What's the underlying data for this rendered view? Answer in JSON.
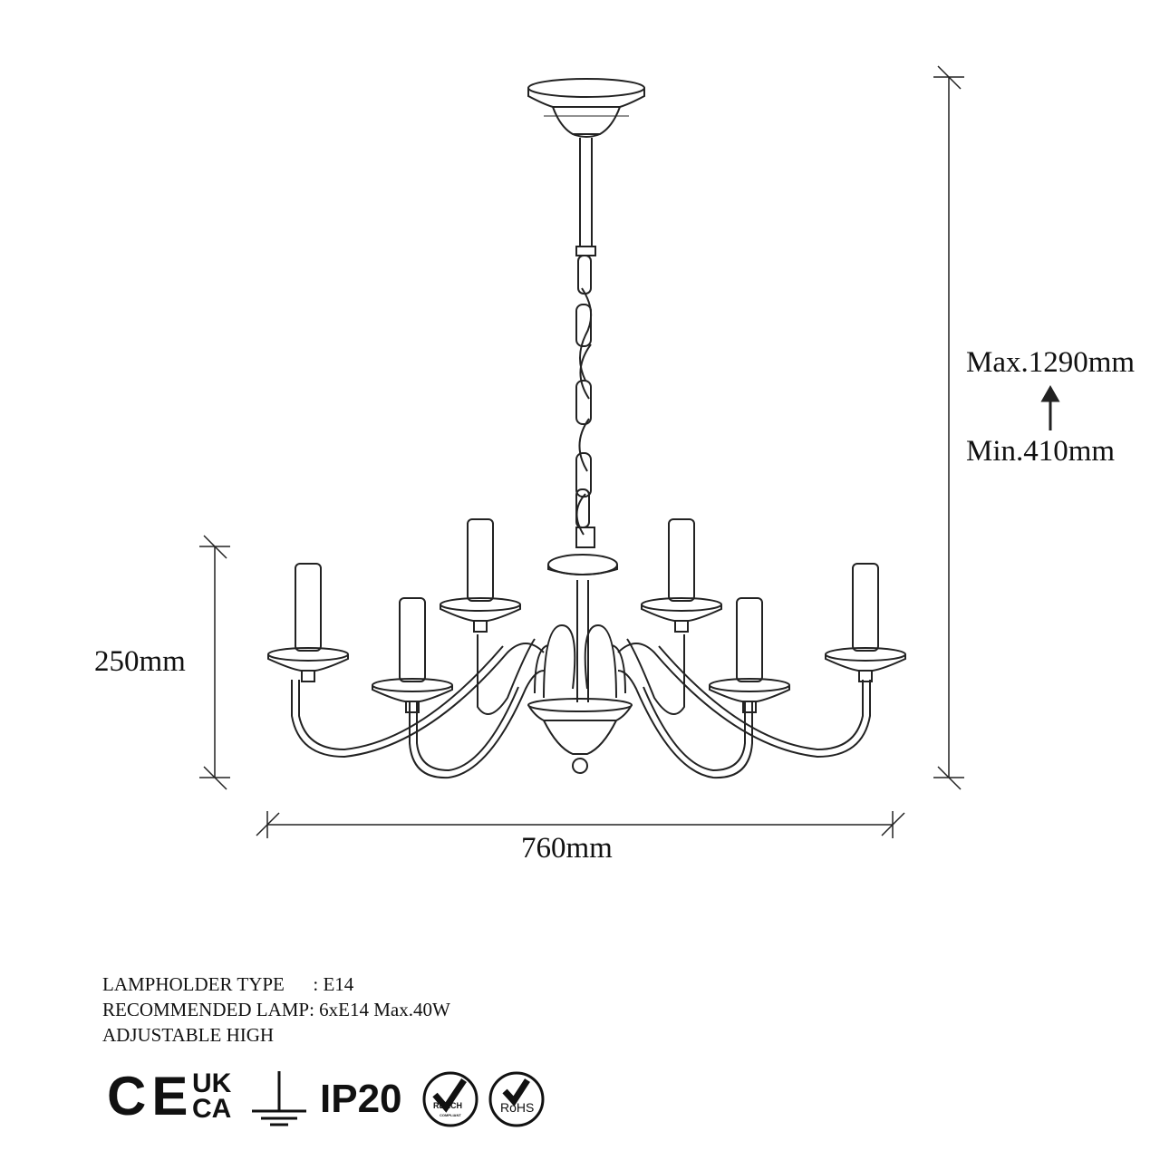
{
  "dimensions": {
    "max_height": "Max.1290mm",
    "min_height": "Min.410mm",
    "body_height": "250mm",
    "width": "760mm"
  },
  "specs": {
    "lampholder": "LAMPHOLDER TYPE      : E14",
    "recommended": "RECOMMENDED LAMP: 6xE14 Max.40W",
    "adjustable": "ADJUSTABLE HIGH"
  },
  "certifications": {
    "ce": "CE",
    "ukca_top": "UK",
    "ukca_bottom": "CA",
    "ip": "IP20",
    "reach": "REACH",
    "reach_sub": "COMPLIANT",
    "rohs": "RoHS"
  },
  "icons": [
    "ce-mark-icon",
    "ukca-mark-icon",
    "earth-ground-icon",
    "reach-check-icon",
    "rohs-check-icon",
    "arrow-up-icon"
  ]
}
